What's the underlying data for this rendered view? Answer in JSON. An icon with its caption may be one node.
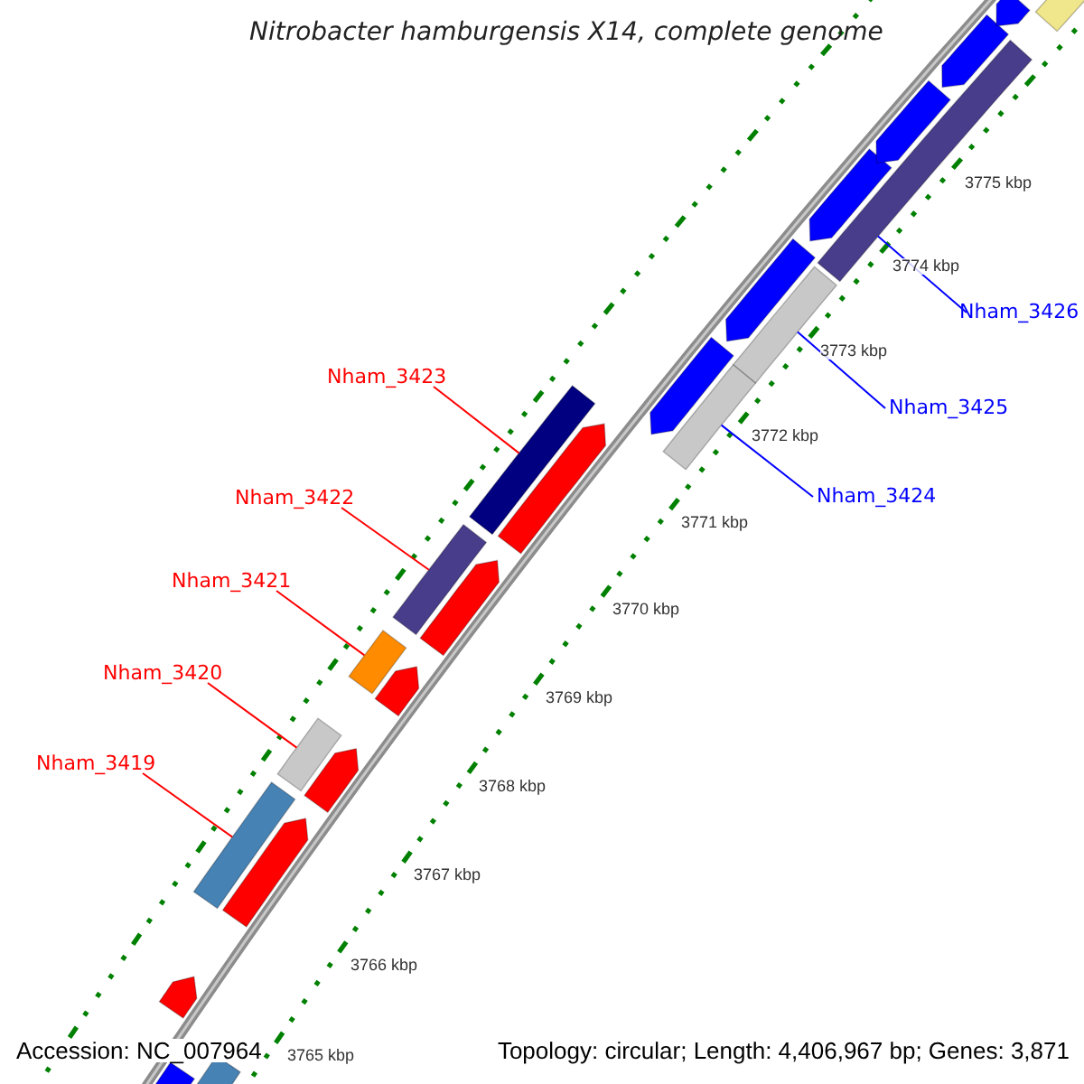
{
  "diagram": {
    "title": "Nitrobacter hamburgensis X14, complete genome",
    "nodes": [
      {
        "text": [
          "Nham_3426"
        ]
      },
      {
        "text": [
          "Nham_3423"
        ]
      },
      {
        "text": [
          "Nham_3425"
        ]
      },
      {
        "text": [
          "Nham_3424"
        ]
      },
      {
        "text": [
          "Nham_3422"
        ]
      },
      {
        "text": [
          "Nham_3421"
        ]
      },
      {
        "text": [
          "Nham_3420"
        ]
      },
      {
        "text": [
          "Nham_3419"
        ]
      },
      {
        "text": [],
        "shape": "bar"
      },
      {
        "text": [],
        "shape": "bar"
      },
      {
        "text": [],
        "shape": "bar"
      },
      {
        "text": [],
        "shape": "bar"
      },
      {
        "text": [],
        "shape": "bar"
      },
      {
        "text": [],
        "shape": "bar"
      },
      {
        "text": [],
        "shape": "bar"
      },
      {
        "text": [],
        "shape": "bar"
      }
    ],
    "edges": [
      {
        "from": 0,
        "to": 8,
        "arrow": "none",
        "color": "#0000ff"
      },
      {
        "from": 1,
        "to": 11,
        "arrow": "none"
      },
      {
        "from": 2,
        "to": 9,
        "arrow": "none",
        "color": "#0000ff"
      },
      {
        "from": 3,
        "to": 10,
        "arrow": "none",
        "color": "#0000ff"
      },
      {
        "from": 4,
        "to": 12,
        "arrow": "none"
      },
      {
        "from": 5,
        "to": 13,
        "arrow": "none"
      },
      {
        "from": 6,
        "to": 14,
        "arrow": "none"
      },
      {
        "from": 7,
        "to": 15,
        "arrow": "none"
      }
    ],
    "labels": [
      "3775 kbp",
      "3774 kbp",
      "3773 kbp",
      "3772 kbp",
      "3771 kbp",
      "3770 kbp",
      "3769 kbp",
      "3768 kbp",
      "3767 kbp",
      "3766 kbp",
      "3765 kbp",
      "Accession: NC_007964",
      "Topology: circular; Length: 4,406,967 bp; Genes: 3,871"
    ]
  }
}
